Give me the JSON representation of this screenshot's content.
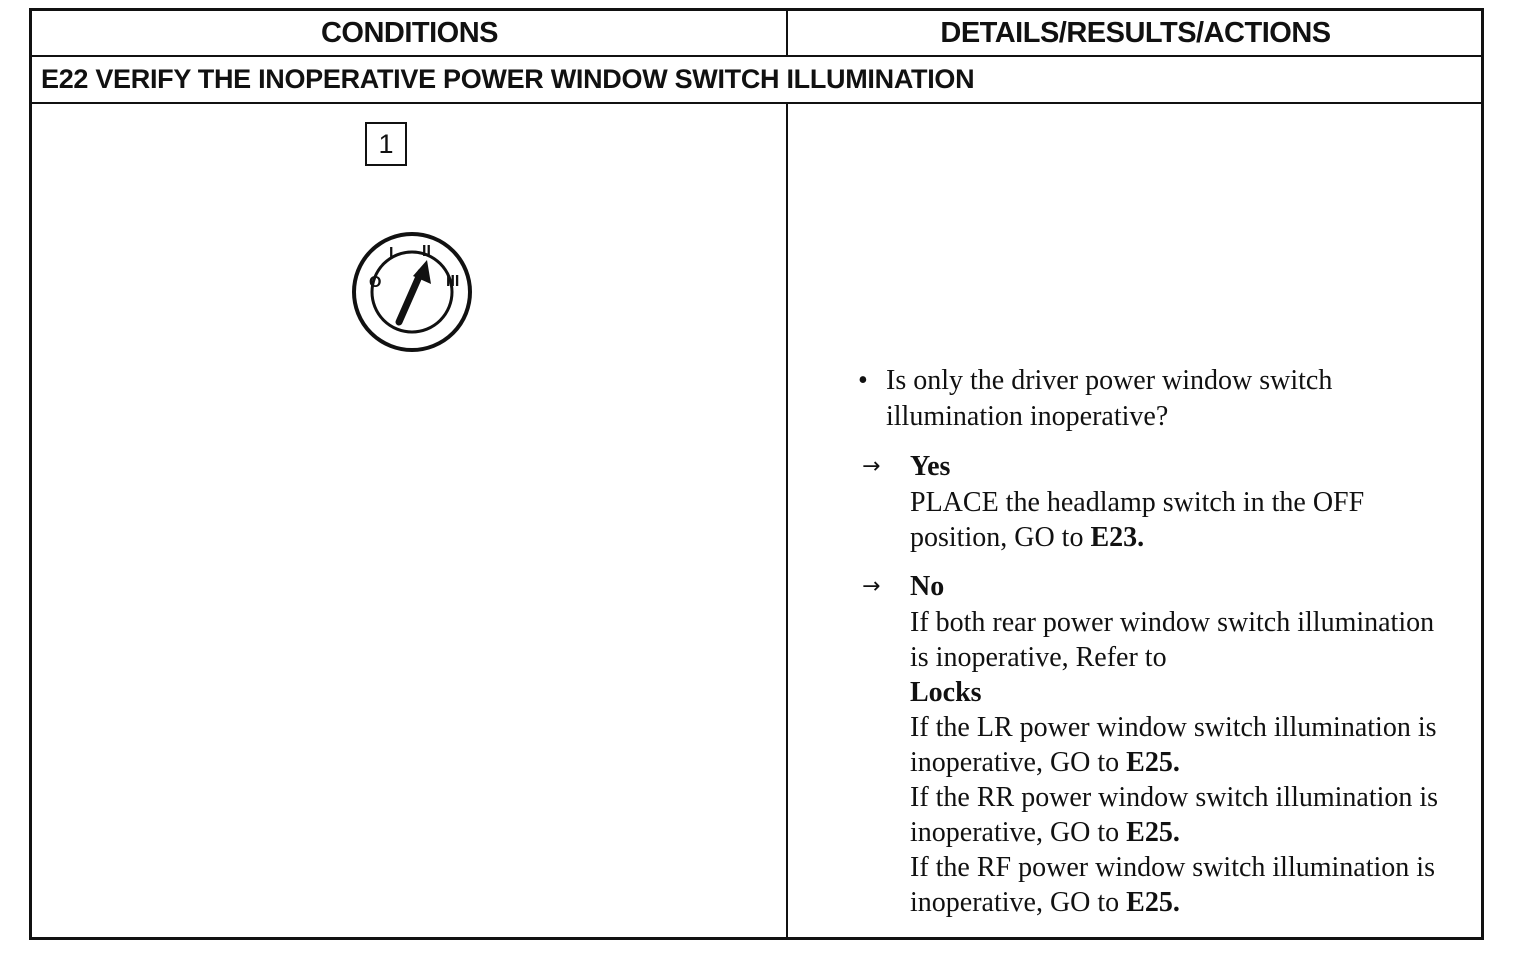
{
  "header": {
    "conditions": "CONDITIONS",
    "details": "DETAILS/RESULTS/ACTIONS"
  },
  "step": {
    "title": "E22 VERIFY THE INOPERATIVE POWER WINDOW SWITCH ILLUMINATION",
    "number": "1",
    "ignition_positions": [
      "O",
      "I",
      "II",
      "III"
    ],
    "ignition_selected": "II"
  },
  "question": "Is only the driver power window switch illumination inoperative?",
  "results": {
    "yes": {
      "label": "Yes",
      "text": "PLACE the headlamp switch in the OFF position, GO to ",
      "target": "E23."
    },
    "no": {
      "label": "No",
      "line1_text": "If both rear power window switch illumination is inoperative, Refer to",
      "line1_ref": "Locks",
      "line2_text": "If the LR power window switch illumination is inoperative, GO to ",
      "line2_target": "E25.",
      "line3_text": "If the RR power window switch illumination is inoperative, GO to ",
      "line3_target": "E25.",
      "line4_text": "If the RF power window switch illumination is inoperative, GO to ",
      "line4_target": "E25."
    }
  }
}
